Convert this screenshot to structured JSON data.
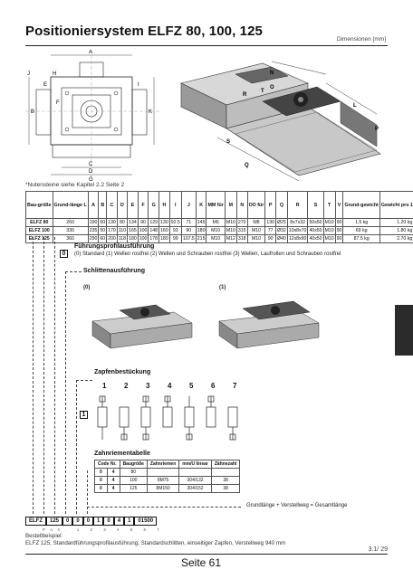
{
  "header": {
    "title": "Positioniersystem ELFZ 80, 100, 125",
    "dimensions_note": "Dimensionen [mm]"
  },
  "drawing": {
    "labels_left": [
      "A",
      "E",
      "B",
      "F",
      "J",
      "H",
      "K",
      "I",
      "C",
      "D",
      "G"
    ],
    "labels_iso": [
      "N",
      "O",
      "L",
      "R",
      "S",
      "T",
      "Q",
      "P"
    ]
  },
  "footnote": "*Nutensteine siehe Kapitel 2.2 Seite 2",
  "spec_table": {
    "headers": [
      "Bau-größe",
      "Grund-länge L",
      "A",
      "B",
      "C",
      "D",
      "E",
      "F",
      "G",
      "H",
      "I",
      "J",
      "K",
      "MM für",
      "M",
      "N",
      "OO für",
      "P",
      "Q",
      "R",
      "S",
      "T",
      "V",
      "Grund-gewicht",
      "Gewicht pro 100 mm"
    ],
    "rows": [
      [
        "ELFZ 80",
        "260",
        "190",
        "50",
        "130",
        "80",
        "134",
        "90",
        "129",
        "130",
        "92.5",
        "71",
        "145",
        "M6",
        "M10",
        "270",
        "M8",
        "130",
        "Ø25",
        "8x7x32",
        "50x50",
        "M10",
        "90",
        "1.5 kg",
        "1.20 kg"
      ],
      [
        "ELFZ 100",
        "330",
        "235",
        "50",
        "170",
        "110",
        "165",
        "100",
        "148",
        "160",
        "93",
        "90",
        "180",
        "M10",
        "M10",
        "315",
        "M10",
        "77",
        "Ø32",
        "10x8x70",
        "40x50",
        "M10",
        "90",
        "69 kg",
        "1.80 kg"
      ],
      [
        "ELFZ 125",
        "360",
        "290",
        "60",
        "200",
        "118",
        "180",
        "100",
        "178",
        "180",
        "99",
        "107.5",
        "215",
        "M10",
        "M12",
        "318",
        "M10",
        "90",
        "Ø40",
        "12x8x90",
        "40x50",
        "M10",
        "90",
        "87.5 kg",
        "2.70 kg"
      ]
    ]
  },
  "config": {
    "guide_code": "0",
    "guide_title": "Führungsprofilausführung",
    "guide_desc": "(0) Standard (1) Wellen rostfrei (2) Wellen und Schrauben rostfrei (3) Wellen, Laufrollen und Schrauben rostfrei",
    "carriage_title": "Schlittenausführung",
    "carriage_opt0": "(0)",
    "carriage_opt1": "(1)",
    "pin_title": "Zapfenbestückung",
    "pin_code": "1",
    "pin_numbers": [
      "1",
      "2",
      "3",
      "4",
      "5",
      "6",
      "7"
    ],
    "belt_title": "Zahnriementabelle",
    "grund_note": "Grundlänge + Verstellweg = Gesamtlänge"
  },
  "belt_table": {
    "headers": [
      "Code Nr.",
      "Baugröße",
      "Zahnriemen",
      "mm/U linear",
      "Zähnezahl"
    ],
    "rows": [
      [
        "0",
        "4",
        "80",
        "",
        "",
        ""
      ],
      [
        "0",
        "4",
        "100",
        "8M75",
        "304/132",
        "38"
      ],
      [
        "0",
        "4",
        "125",
        "8M150",
        "304/152",
        "38"
      ]
    ]
  },
  "order_code": {
    "cells": [
      "ELFZ",
      "125",
      "0",
      "0",
      "0",
      "1",
      "0",
      "4",
      "1",
      "01500"
    ],
    "positions": "Pos. 1 2 3 4 5 6 7"
  },
  "example": {
    "line1": "Bestellbeispiel:",
    "line2": "ELFZ 125, Standardführungsprofilausführung, Standardschlitten, einseitiger Zapfen, Verstellweg 940 mm"
  },
  "footer": {
    "page_number": "3.1/ 29",
    "page_label": "Seite 61"
  }
}
